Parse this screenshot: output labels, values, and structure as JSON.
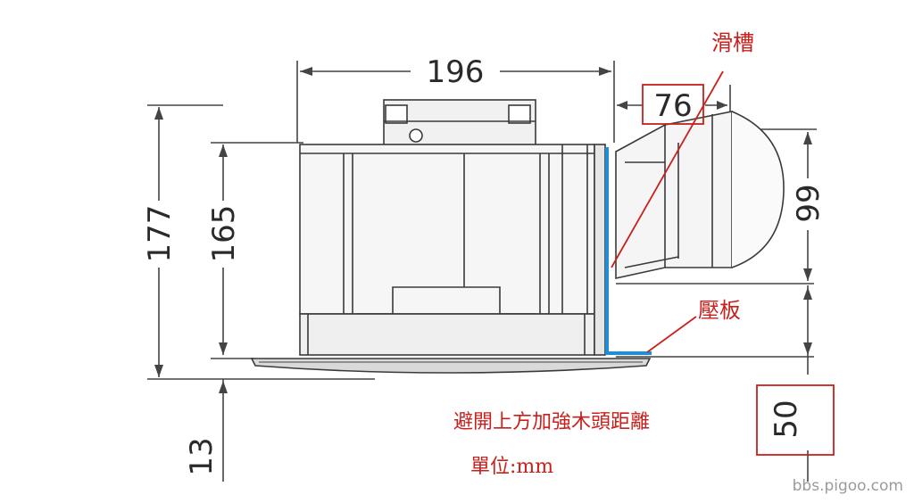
{
  "dimensions": {
    "width_top": "196",
    "depth_side": "76",
    "height_total": "177",
    "height_body": "165",
    "height_duct": "99",
    "height_bottom": "13",
    "clearance": "50"
  },
  "annotations": {
    "slot_label": "滑槽",
    "plate_label": "壓板",
    "note_line1": "避開上方加強木頭距離",
    "note_line2": "單位:mm",
    "highlight_color": "#c8201c",
    "bracket_color": "#1e8ed6"
  },
  "watermark": "bbs.pigoo.com"
}
